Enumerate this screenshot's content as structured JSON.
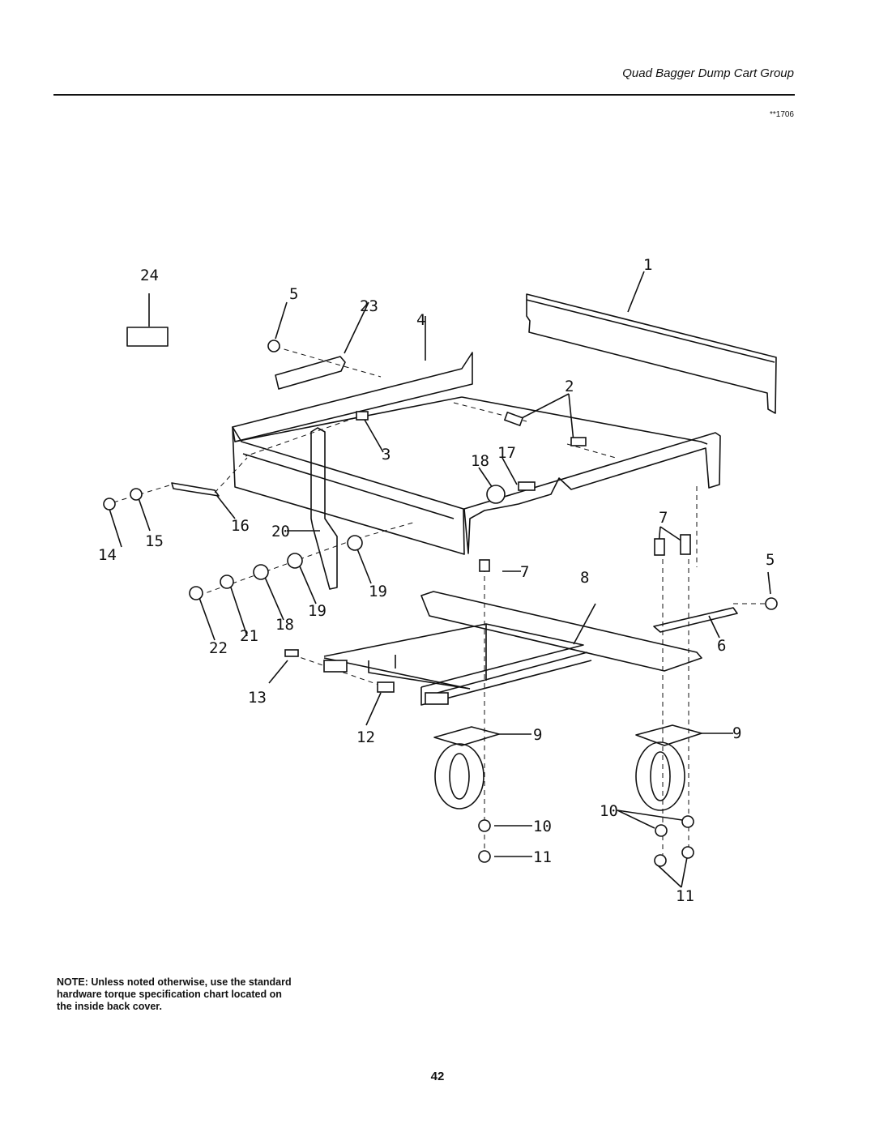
{
  "header": {
    "title": "Quad Bagger Dump Cart Group",
    "code": "**1706"
  },
  "callouts": [
    {
      "id": "c1",
      "label": "1"
    },
    {
      "id": "c2",
      "label": "2"
    },
    {
      "id": "c3",
      "label": "3"
    },
    {
      "id": "c4",
      "label": "4"
    },
    {
      "id": "c5a",
      "label": "5"
    },
    {
      "id": "c5b",
      "label": "5"
    },
    {
      "id": "c6",
      "label": "6"
    },
    {
      "id": "c7a",
      "label": "7"
    },
    {
      "id": "c7b",
      "label": "7"
    },
    {
      "id": "c8",
      "label": "8"
    },
    {
      "id": "c9a",
      "label": "9"
    },
    {
      "id": "c9b",
      "label": "9"
    },
    {
      "id": "c10a",
      "label": "10"
    },
    {
      "id": "c10b",
      "label": "10"
    },
    {
      "id": "c11a",
      "label": "11"
    },
    {
      "id": "c11b",
      "label": "11"
    },
    {
      "id": "c12",
      "label": "12"
    },
    {
      "id": "c13",
      "label": "13"
    },
    {
      "id": "c14",
      "label": "14"
    },
    {
      "id": "c15",
      "label": "15"
    },
    {
      "id": "c16",
      "label": "16"
    },
    {
      "id": "c17",
      "label": "17"
    },
    {
      "id": "c18a",
      "label": "18"
    },
    {
      "id": "c18b",
      "label": "18"
    },
    {
      "id": "c19a",
      "label": "19"
    },
    {
      "id": "c19b",
      "label": "19"
    },
    {
      "id": "c20",
      "label": "20"
    },
    {
      "id": "c21",
      "label": "21"
    },
    {
      "id": "c22",
      "label": "22"
    },
    {
      "id": "c23",
      "label": "23"
    },
    {
      "id": "c24",
      "label": "24"
    }
  ],
  "note": "NOTE: Unless noted otherwise, use the standard hardware torque specification chart located on the inside back cover.",
  "page_number": "42"
}
